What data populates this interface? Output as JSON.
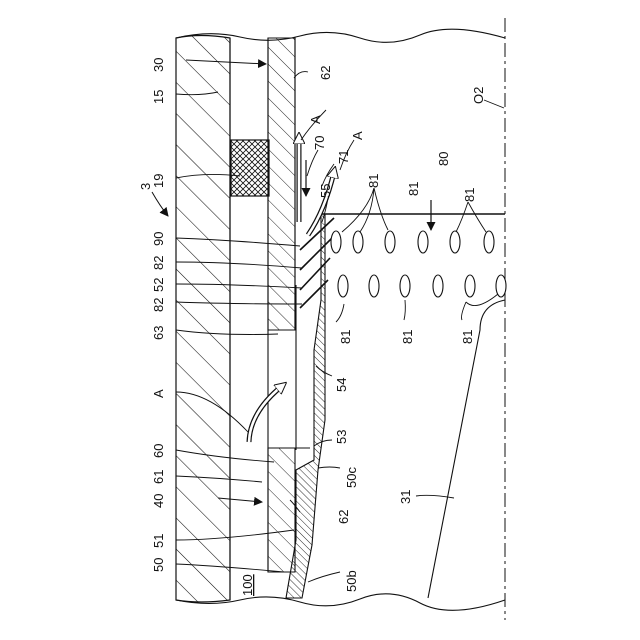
{
  "figure": {
    "labels": {
      "l30": "30",
      "l15": "15",
      "l19": "19",
      "l3": "3",
      "l90": "90",
      "l82a": "82",
      "l52": "52",
      "l82b": "82",
      "l63": "63",
      "lA_left": "A",
      "l60": "60",
      "l61": "61",
      "l40": "40",
      "l51": "51",
      "l50": "50",
      "l100": "100",
      "l62_top": "62",
      "l62_bot": "62",
      "lO2": "O2",
      "lA_top1": "A",
      "l70": "70",
      "l71": "71",
      "lA_top2": "A",
      "l55": "55",
      "l80": "80",
      "l81_a": "81",
      "l81_b": "81",
      "l81_c": "81",
      "l81_d": "81",
      "l81_e": "81",
      "l81_f": "81",
      "l54": "54",
      "l53": "53",
      "l50c": "50c",
      "l50b": "50b",
      "l31": "31"
    }
  }
}
